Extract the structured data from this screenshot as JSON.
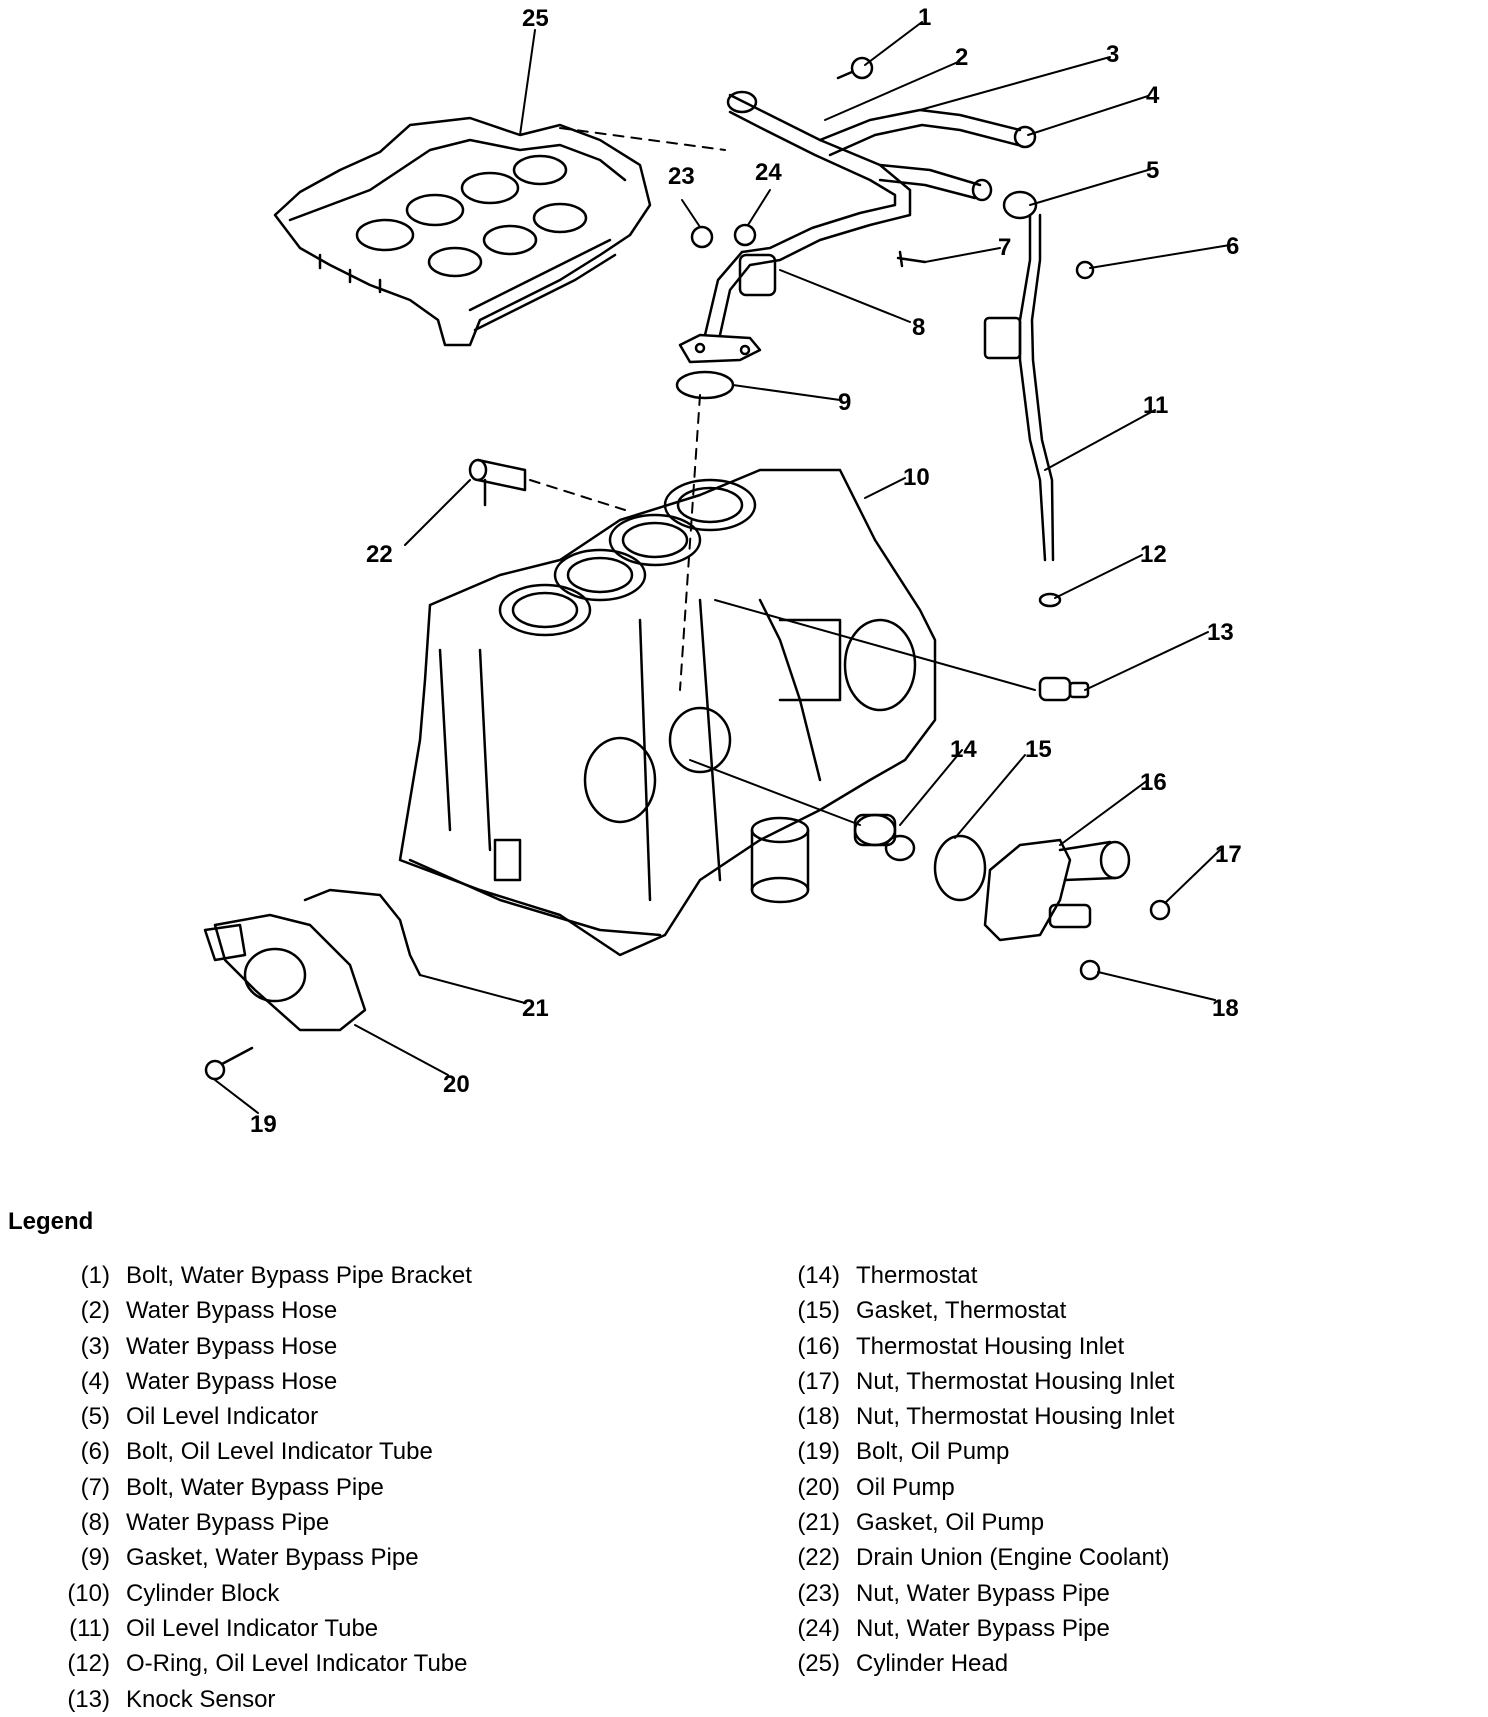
{
  "diagram": {
    "callouts": [
      "1",
      "2",
      "3",
      "4",
      "5",
      "6",
      "7",
      "8",
      "9",
      "10",
      "11",
      "12",
      "13",
      "14",
      "15",
      "16",
      "17",
      "18",
      "19",
      "20",
      "21",
      "22",
      "23",
      "24",
      "25"
    ]
  },
  "legend": {
    "title": "Legend",
    "left": [
      {
        "num": "(1)",
        "text": "Bolt, Water Bypass Pipe Bracket"
      },
      {
        "num": "(2)",
        "text": "Water Bypass Hose"
      },
      {
        "num": "(3)",
        "text": "Water Bypass Hose"
      },
      {
        "num": "(4)",
        "text": "Water Bypass Hose"
      },
      {
        "num": "(5)",
        "text": "Oil Level Indicator"
      },
      {
        "num": "(6)",
        "text": "Bolt, Oil Level Indicator Tube"
      },
      {
        "num": "(7)",
        "text": "Bolt, Water Bypass Pipe"
      },
      {
        "num": "(8)",
        "text": "Water Bypass Pipe"
      },
      {
        "num": "(9)",
        "text": "Gasket, Water Bypass Pipe"
      },
      {
        "num": "(10)",
        "text": "Cylinder Block"
      },
      {
        "num": "(11)",
        "text": "Oil Level Indicator Tube"
      },
      {
        "num": "(12)",
        "text": "O-Ring, Oil Level Indicator Tube"
      },
      {
        "num": "(13)",
        "text": "Knock Sensor"
      }
    ],
    "right": [
      {
        "num": "(14)",
        "text": "Thermostat"
      },
      {
        "num": "(15)",
        "text": "Gasket, Thermostat"
      },
      {
        "num": "(16)",
        "text": "Thermostat Housing Inlet"
      },
      {
        "num": "(17)",
        "text": "Nut, Thermostat Housing Inlet"
      },
      {
        "num": "(18)",
        "text": "Nut, Thermostat Housing Inlet"
      },
      {
        "num": "(19)",
        "text": "Bolt, Oil Pump"
      },
      {
        "num": "(20)",
        "text": "Oil Pump"
      },
      {
        "num": "(21)",
        "text": "Gasket, Oil Pump"
      },
      {
        "num": "(22)",
        "text": "Drain Union (Engine Coolant)"
      },
      {
        "num": "(23)",
        "text": "Nut, Water Bypass Pipe"
      },
      {
        "num": "(24)",
        "text": "Nut, Water Bypass Pipe"
      },
      {
        "num": "(25)",
        "text": "Cylinder Head"
      }
    ]
  }
}
